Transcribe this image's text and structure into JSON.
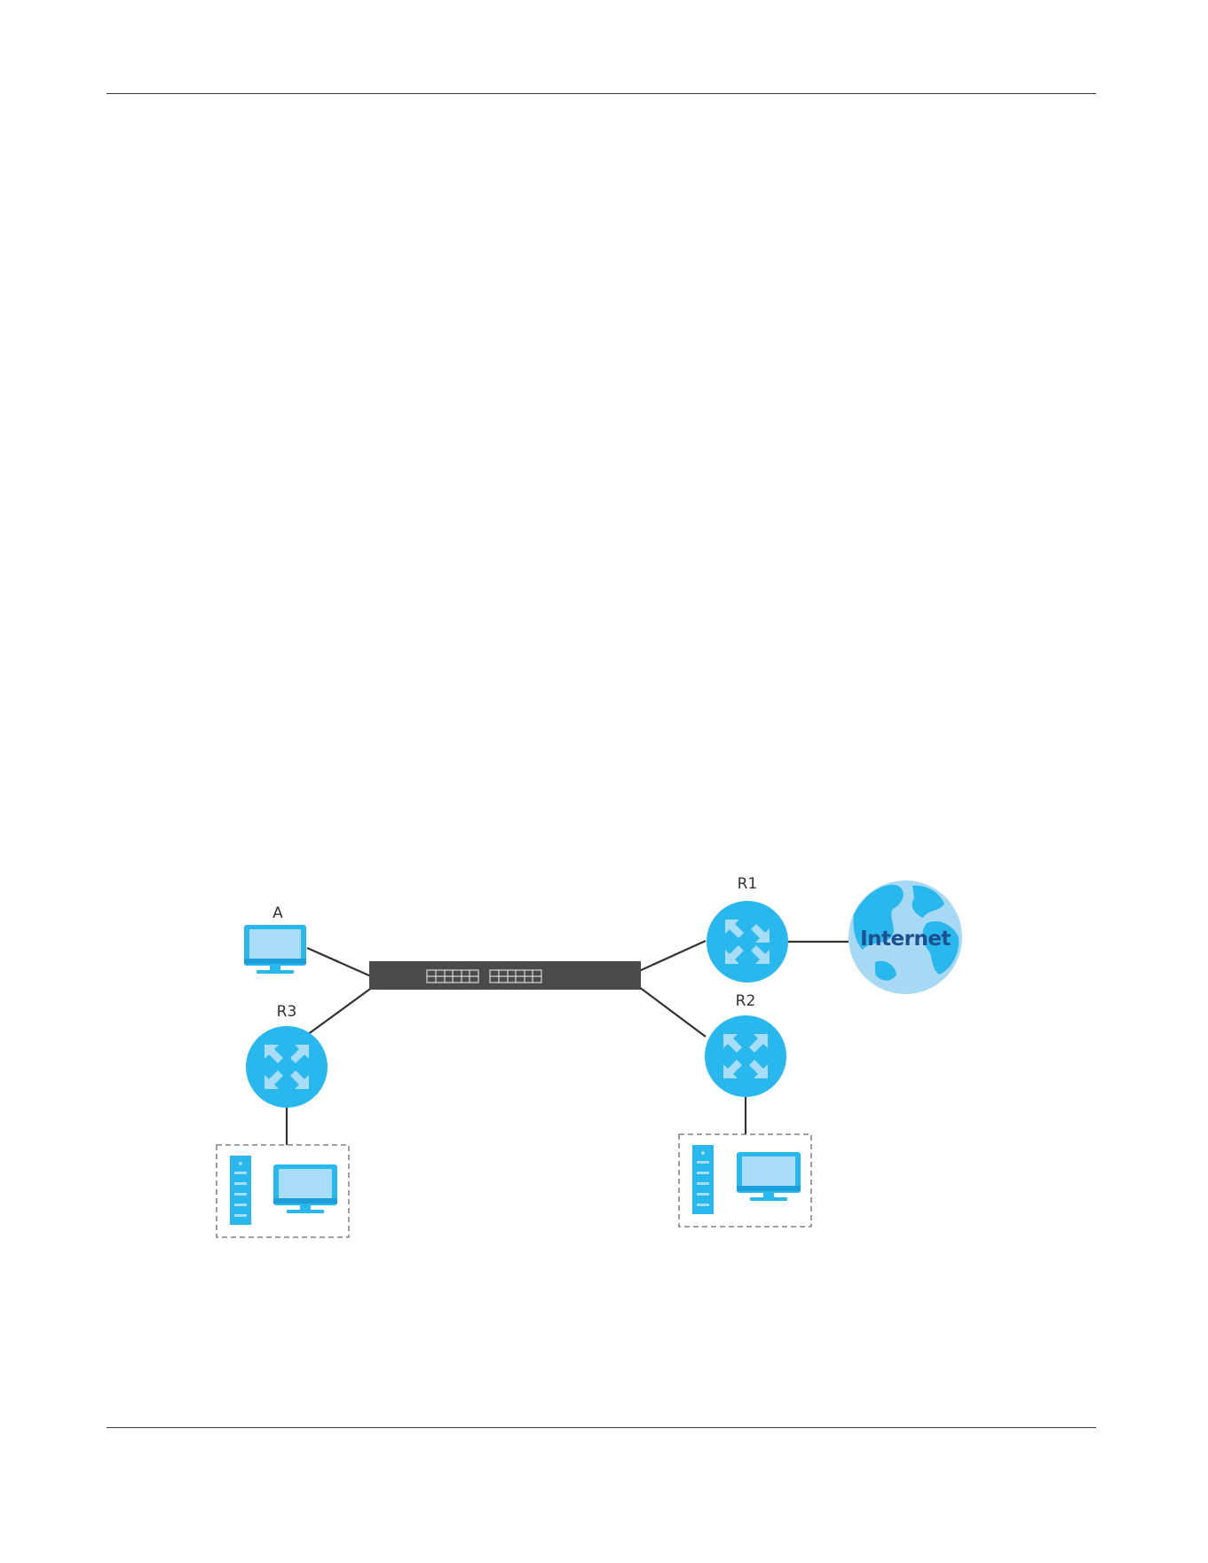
{
  "diagram": {
    "nodes": {
      "pc_a": {
        "label": "A",
        "icon": "computer-icon"
      },
      "switch": {
        "label": "",
        "icon": "switch-icon"
      },
      "r1": {
        "label": "R1",
        "icon": "router-icon"
      },
      "r2": {
        "label": "R2",
        "icon": "router-icon"
      },
      "r3": {
        "label": "R3",
        "icon": "router-icon"
      },
      "internet": {
        "label": "Internet",
        "icon": "globe-icon"
      },
      "lan_r3": {
        "label": "",
        "icon": "server-and-computer-group"
      },
      "lan_r2": {
        "label": "",
        "icon": "server-and-computer-group"
      }
    },
    "links": [
      [
        "pc_a",
        "switch"
      ],
      [
        "r3",
        "switch"
      ],
      [
        "switch",
        "r1"
      ],
      [
        "switch",
        "r2"
      ],
      [
        "r1",
        "internet"
      ],
      [
        "r3",
        "lan_r3"
      ],
      [
        "r2",
        "lan_r2"
      ]
    ],
    "colors": {
      "device_blue": "#29b8ee",
      "device_light": "#a9dcf6",
      "globe_light": "#a7d8f4",
      "switch_body": "#4a4a4a",
      "link": "#333333",
      "internet_text": "#1d4f8f"
    }
  }
}
